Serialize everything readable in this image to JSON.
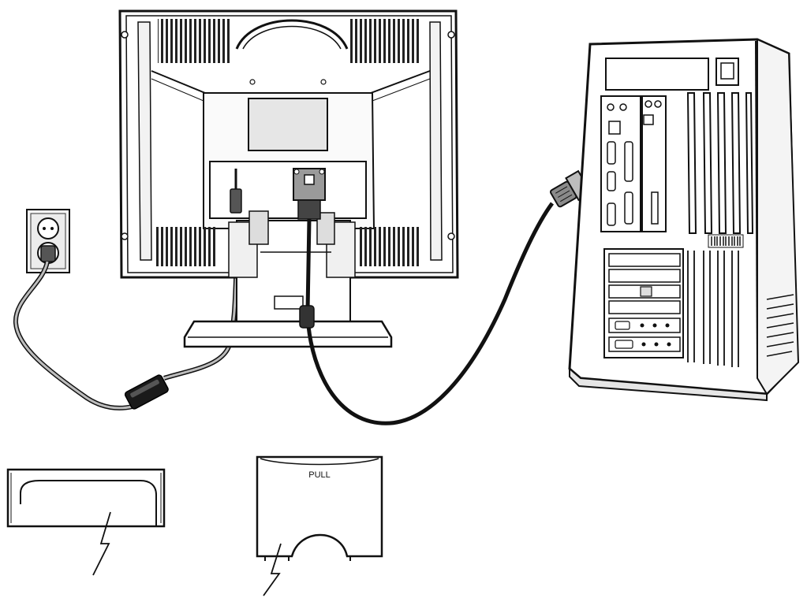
{
  "cover": {
    "label": "PULL"
  },
  "colors": {
    "line": "#111111",
    "shade": "#444444",
    "light_fill": "#e6e6e6",
    "mid_fill": "#9a9a9a",
    "cable_power": "#8a8a8a",
    "cable_signal": "#1a1a1a",
    "background": "#ffffff"
  },
  "components": {
    "monitor": "lcd-monitor-rear-view",
    "computer": "desktop-pc-tower",
    "outlet": "wall-power-outlet",
    "adapter": "ac-power-adapter",
    "vga_connector": "vga-d-sub-connector",
    "stand_cover": "stand-rear-cover",
    "connector_cover": "connector-compartment-cover"
  }
}
